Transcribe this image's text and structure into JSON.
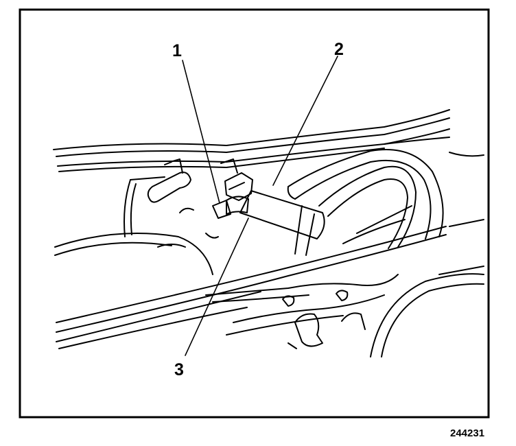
{
  "callouts": {
    "c1": "1",
    "c2": "2",
    "c3": "3"
  },
  "figure_id": "244231",
  "colors": {
    "ink": "#000000",
    "paper": "#ffffff"
  }
}
